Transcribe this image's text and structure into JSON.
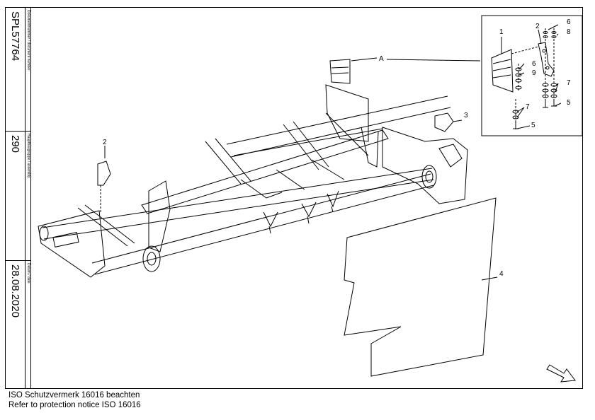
{
  "titleblock": {
    "document_label": "Dokumentnummer / document number",
    "document_number": "SPL57764",
    "assembly_label": "Hauptbaugruppe / assembly",
    "assembly_number": "290",
    "date_label": "Datum / date",
    "date_value": "28.08.2020"
  },
  "callouts": {
    "c1": "1",
    "c2_detail": "2",
    "c2_main": "2",
    "c3": "3",
    "c4": "4",
    "c5a": "5",
    "c5b": "5",
    "c6a": "6",
    "c6b": "6",
    "c7a": "7",
    "c7b": "7",
    "c8": "8",
    "c9": "9",
    "detail_ref": "A"
  },
  "footer": {
    "line1": "ISO Schutzvermerk 16016 beachten",
    "line2": "Refer to protection notice ISO 16016"
  },
  "icons": {
    "view_direction": "direction-arrow-icon"
  }
}
